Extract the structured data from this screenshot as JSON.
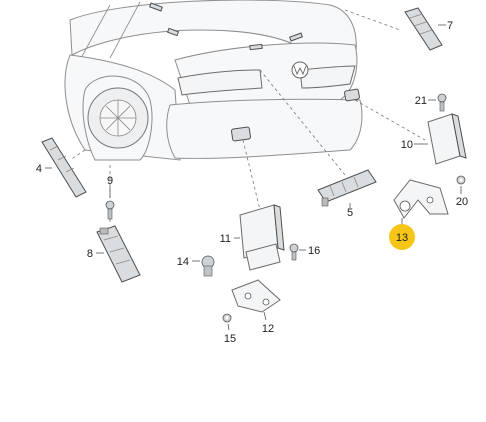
{
  "parts": [
    {
      "id": "label-4",
      "number": "4"
    },
    {
      "id": "label-5",
      "number": "5"
    },
    {
      "id": "label-7",
      "number": "7"
    },
    {
      "id": "label-8",
      "number": "8"
    },
    {
      "id": "label-9",
      "number": "9"
    },
    {
      "id": "label-10",
      "number": "10"
    },
    {
      "id": "label-11",
      "number": "11"
    },
    {
      "id": "label-12",
      "number": "12"
    },
    {
      "id": "label-13",
      "number": "13"
    },
    {
      "id": "label-14",
      "number": "14"
    },
    {
      "id": "label-15",
      "number": "15"
    },
    {
      "id": "label-16",
      "number": "16"
    },
    {
      "id": "label-20",
      "number": "20"
    },
    {
      "id": "label-21",
      "number": "21"
    }
  ],
  "highlight": {
    "part": "13",
    "color": "#f5c518"
  }
}
